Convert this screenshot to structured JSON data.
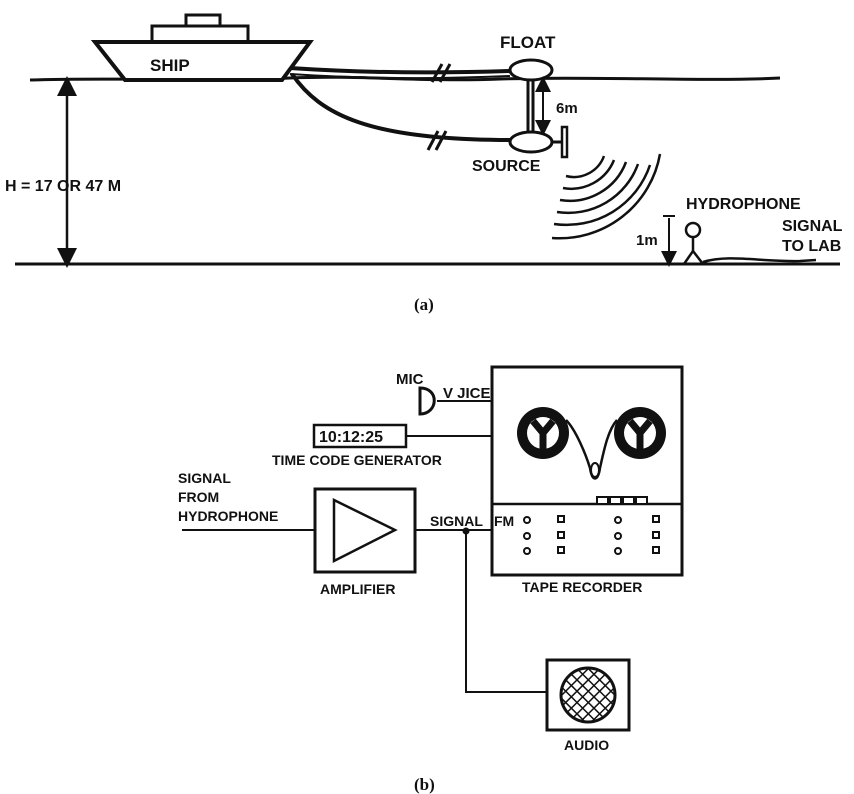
{
  "panel_a": {
    "caption": "(a)",
    "ship": "SHIP",
    "float": "FLOAT",
    "source": "SOURCE",
    "spacing": "6m",
    "depth": "H = 17 OR 47 M",
    "hydrophone": "HYDROPHONE",
    "hydrophone_height": "1m",
    "signal_line1": "SIGNAL",
    "signal_line2": "TO LAB"
  },
  "panel_b": {
    "caption": "(b)",
    "mic": "MIC",
    "voice": "V JICE",
    "time_code": "10:12:25",
    "time_code_generator": "TIME CODE GENERATOR",
    "signal_from_line1": "SIGNAL",
    "signal_from_line2": "FROM",
    "signal_from_line3": "HYDROPHONE",
    "amplifier": "AMPLIFIER",
    "signal": "SIGNAL",
    "fm": "FM",
    "tape_recorder": "TAPE RECORDER",
    "audio": "AUDIO"
  },
  "colors": {
    "ink": "#111111",
    "paper": "#ffffff"
  }
}
